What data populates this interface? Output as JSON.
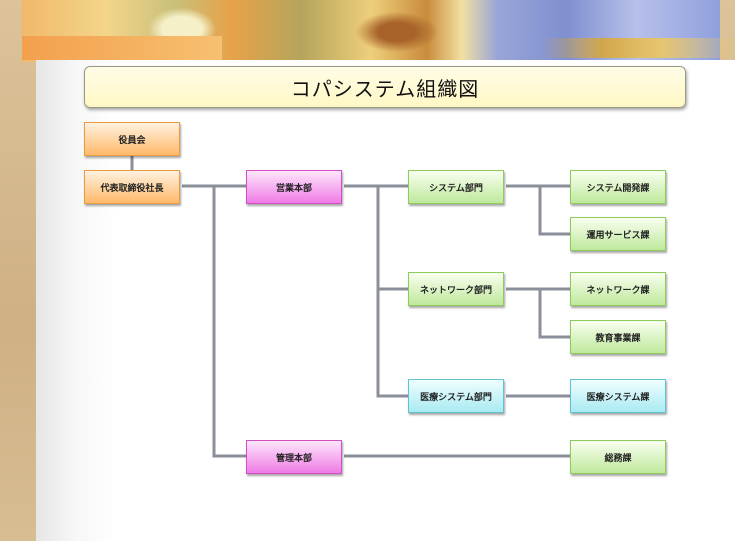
{
  "title": "コパシステム組織図",
  "nodes": {
    "board": "役員会",
    "president": "代表取締役社長",
    "sales_hq": "営業本部",
    "admin_hq": "管理本部",
    "system_dept": "システム部門",
    "network_dept": "ネットワーク部門",
    "medical_dept": "医療システム部門",
    "sysdev_sect": "システム開発課",
    "opservice_sect": "運用サービス課",
    "network_sect": "ネットワーク課",
    "education_sect": "教育事業課",
    "medical_sect": "医療システム課",
    "general_sect": "総務課"
  },
  "colors": {
    "executive": "#ffb96a",
    "headquarters": "#f07be6",
    "section": "#bfe89c",
    "medical": "#a9eaf2",
    "connector": "#8a8f9a"
  }
}
